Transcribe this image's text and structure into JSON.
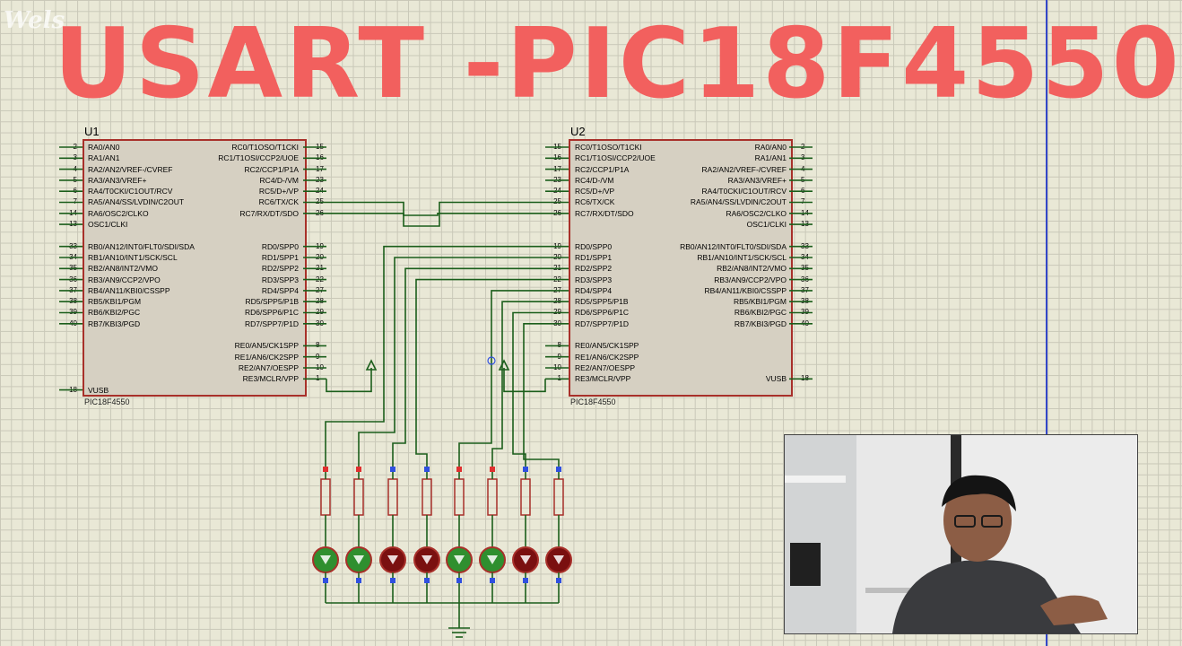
{
  "title": "USART -PIC18F4550",
  "watermark": "Wels",
  "colors": {
    "title": "#f2605e",
    "wire": "#1b5e1b",
    "chip_border": "#a8302a",
    "led_on": "#2f8f2f",
    "led_off": "#7a1010"
  },
  "chips": [
    {
      "ref": "U1",
      "part": "PIC18F4550",
      "left": [
        {
          "n": "2",
          "l": "RA0/AN0"
        },
        {
          "n": "3",
          "l": "RA1/AN1"
        },
        {
          "n": "4",
          "l": "RA2/AN2/VREF-/CVREF"
        },
        {
          "n": "5",
          "l": "RA3/AN3/VREF+"
        },
        {
          "n": "6",
          "l": "RA4/T0CKI/C1OUT/RCV"
        },
        {
          "n": "7",
          "l": "RA5/AN4/SS/LVDIN/C2OUT"
        },
        {
          "n": "14",
          "l": "RA6/OSC2/CLKO"
        },
        {
          "n": "13",
          "l": "OSC1/CLKI"
        },
        {
          "n": "",
          "l": ""
        },
        {
          "n": "33",
          "l": "RB0/AN12/INT0/FLT0/SDI/SDA"
        },
        {
          "n": "34",
          "l": "RB1/AN10/INT1/SCK/SCL"
        },
        {
          "n": "35",
          "l": "RB2/AN8/INT2/VMO"
        },
        {
          "n": "36",
          "l": "RB3/AN9/CCP2/VPO"
        },
        {
          "n": "37",
          "l": "RB4/AN11/KBI0/CSSPP"
        },
        {
          "n": "38",
          "l": "RB5/KBI1/PGM"
        },
        {
          "n": "39",
          "l": "RB6/KBI2/PGC"
        },
        {
          "n": "40",
          "l": "RB7/KBI3/PGD"
        },
        {
          "n": "",
          "l": ""
        },
        {
          "n": "",
          "l": ""
        },
        {
          "n": "",
          "l": ""
        },
        {
          "n": "",
          "l": ""
        },
        {
          "n": "",
          "l": ""
        },
        {
          "n": "18",
          "l": "VUSB"
        }
      ],
      "right": [
        {
          "n": "15",
          "l": "RC0/T1OSO/T1CKI"
        },
        {
          "n": "16",
          "l": "RC1/T1OSI/CCP2/UOE"
        },
        {
          "n": "17",
          "l": "RC2/CCP1/P1A"
        },
        {
          "n": "23",
          "l": "RC4/D-/VM"
        },
        {
          "n": "24",
          "l": "RC5/D+/VP"
        },
        {
          "n": "25",
          "l": "RC6/TX/CK"
        },
        {
          "n": "26",
          "l": "RC7/RX/DT/SDO"
        },
        {
          "n": "",
          "l": ""
        },
        {
          "n": "",
          "l": ""
        },
        {
          "n": "19",
          "l": "RD0/SPP0"
        },
        {
          "n": "20",
          "l": "RD1/SPP1"
        },
        {
          "n": "21",
          "l": "RD2/SPP2"
        },
        {
          "n": "22",
          "l": "RD3/SPP3"
        },
        {
          "n": "27",
          "l": "RD4/SPP4"
        },
        {
          "n": "28",
          "l": "RD5/SPP5/P1B"
        },
        {
          "n": "29",
          "l": "RD6/SPP6/P1C"
        },
        {
          "n": "30",
          "l": "RD7/SPP7/P1D"
        },
        {
          "n": "",
          "l": ""
        },
        {
          "n": "8",
          "l": "RE0/AN5/CK1SPP"
        },
        {
          "n": "9",
          "l": "RE1/AN6/CK2SPP"
        },
        {
          "n": "10",
          "l": "RE2/AN7/OESPP"
        },
        {
          "n": "1",
          "l": "RE3/MCLR/VPP"
        }
      ]
    },
    {
      "ref": "U2",
      "part": "PIC18F4550",
      "left": [
        {
          "n": "15",
          "l": "RC0/T1OSO/T1CKI"
        },
        {
          "n": "16",
          "l": "RC1/T1OSI/CCP2/UOE"
        },
        {
          "n": "17",
          "l": "RC2/CCP1/P1A"
        },
        {
          "n": "23",
          "l": "RC4/D-/VM"
        },
        {
          "n": "24",
          "l": "RC5/D+/VP"
        },
        {
          "n": "25",
          "l": "RC6/TX/CK"
        },
        {
          "n": "26",
          "l": "RC7/RX/DT/SDO"
        },
        {
          "n": "",
          "l": ""
        },
        {
          "n": "",
          "l": ""
        },
        {
          "n": "19",
          "l": "RD0/SPP0"
        },
        {
          "n": "20",
          "l": "RD1/SPP1"
        },
        {
          "n": "21",
          "l": "RD2/SPP2"
        },
        {
          "n": "22",
          "l": "RD3/SPP3"
        },
        {
          "n": "27",
          "l": "RD4/SPP4"
        },
        {
          "n": "28",
          "l": "RD5/SPP5/P1B"
        },
        {
          "n": "29",
          "l": "RD6/SPP6/P1C"
        },
        {
          "n": "30",
          "l": "RD7/SPP7/P1D"
        },
        {
          "n": "",
          "l": ""
        },
        {
          "n": "8",
          "l": "RE0/AN5/CK1SPP"
        },
        {
          "n": "9",
          "l": "RE1/AN6/CK2SPP"
        },
        {
          "n": "10",
          "l": "RE2/AN7/OESPP"
        },
        {
          "n": "1",
          "l": "RE3/MCLR/VPP"
        }
      ],
      "right": [
        {
          "n": "2",
          "l": "RA0/AN0"
        },
        {
          "n": "3",
          "l": "RA1/AN1"
        },
        {
          "n": "4",
          "l": "RA2/AN2/VREF-/CVREF"
        },
        {
          "n": "5",
          "l": "RA3/AN3/VREF+"
        },
        {
          "n": "6",
          "l": "RA4/T0CKI/C1OUT/RCV"
        },
        {
          "n": "7",
          "l": "RA5/AN4/SS/LVDIN/C2OUT"
        },
        {
          "n": "14",
          "l": "RA6/OSC2/CLKO"
        },
        {
          "n": "13",
          "l": "OSC1/CLKI"
        },
        {
          "n": "",
          "l": ""
        },
        {
          "n": "33",
          "l": "RB0/AN12/INT0/FLT0/SDI/SDA"
        },
        {
          "n": "34",
          "l": "RB1/AN10/INT1/SCK/SCL"
        },
        {
          "n": "35",
          "l": "RB2/AN8/INT2/VMO"
        },
        {
          "n": "36",
          "l": "RB3/AN9/CCP2/VPO"
        },
        {
          "n": "37",
          "l": "RB4/AN11/KBI0/CSSPP"
        },
        {
          "n": "38",
          "l": "RB5/KBI1/PGM"
        },
        {
          "n": "39",
          "l": "RB6/KBI2/PGC"
        },
        {
          "n": "40",
          "l": "RB7/KBI3/PGD"
        },
        {
          "n": "",
          "l": ""
        },
        {
          "n": "",
          "l": ""
        },
        {
          "n": "",
          "l": ""
        },
        {
          "n": "",
          "l": ""
        },
        {
          "n": "18",
          "l": "VUSB"
        }
      ]
    }
  ],
  "leds": [
    true,
    true,
    false,
    false,
    true,
    true,
    false,
    false
  ]
}
